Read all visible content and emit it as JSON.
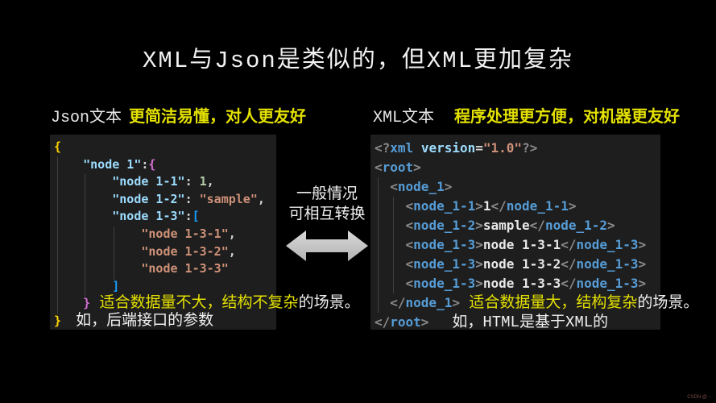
{
  "title": "XML与Json是类似的，但XML更加复杂",
  "left": {
    "label": "Json文本",
    "benefit": "更简洁易懂，对人更友好",
    "code": [
      [
        {
          "c": "gold",
          "t": "{"
        }
      ],
      [
        {
          "c": "pun",
          "t": "    "
        },
        {
          "c": "key",
          "t": "\"node 1\""
        },
        {
          "c": "pun",
          "t": ":"
        },
        {
          "c": "mag",
          "t": "{"
        }
      ],
      [
        {
          "c": "pun",
          "t": "        "
        },
        {
          "c": "key",
          "t": "\"node 1-1\""
        },
        {
          "c": "pun",
          "t": ": "
        },
        {
          "c": "num",
          "t": "1"
        },
        {
          "c": "pun",
          "t": ","
        }
      ],
      [
        {
          "c": "pun",
          "t": "        "
        },
        {
          "c": "key",
          "t": "\"node 1-2\""
        },
        {
          "c": "pun",
          "t": ": "
        },
        {
          "c": "str",
          "t": "\"sample\""
        },
        {
          "c": "pun",
          "t": ","
        }
      ],
      [
        {
          "c": "pun",
          "t": "        "
        },
        {
          "c": "key",
          "t": "\"node 1-3\""
        },
        {
          "c": "pun",
          "t": ":"
        },
        {
          "c": "blu",
          "t": "["
        }
      ],
      [
        {
          "c": "pun",
          "t": "            "
        },
        {
          "c": "str",
          "t": "\"node 1-3-1\""
        },
        {
          "c": "pun",
          "t": ","
        }
      ],
      [
        {
          "c": "pun",
          "t": "            "
        },
        {
          "c": "str",
          "t": "\"node 1-3-2\""
        },
        {
          "c": "pun",
          "t": ","
        }
      ],
      [
        {
          "c": "pun",
          "t": "            "
        },
        {
          "c": "str",
          "t": "\"node 1-3-3\""
        }
      ],
      [
        {
          "c": "pun",
          "t": "        "
        },
        {
          "c": "blu",
          "t": "]"
        }
      ],
      [
        {
          "c": "pun",
          "t": "    "
        },
        {
          "c": "mag",
          "t": "}"
        },
        {
          "c": "yel",
          "t": " 适合数据量不大，结构不复杂"
        },
        {
          "c": "cap",
          "t": "的场景。"
        }
      ],
      [
        {
          "c": "gold",
          "t": "}"
        },
        {
          "c": "pun",
          "t": "  "
        },
        {
          "c": "cap",
          "t": "如，后端接口的参数"
        }
      ]
    ]
  },
  "middle": {
    "line1": "一般情况",
    "line2": "可相互转换"
  },
  "right": {
    "label": "XML文本",
    "benefit": "程序处理更方便，对机器更友好",
    "code": [
      [
        {
          "c": "brk",
          "t": "<?"
        },
        {
          "c": "tag",
          "t": "xml"
        },
        {
          "c": "pun",
          "t": " "
        },
        {
          "c": "key",
          "t": "version"
        },
        {
          "c": "pun",
          "t": "="
        },
        {
          "c": "str",
          "t": "\"1.0\""
        },
        {
          "c": "brk",
          "t": "?>"
        }
      ],
      [
        {
          "c": "brk",
          "t": "<"
        },
        {
          "c": "tag",
          "t": "root"
        },
        {
          "c": "brk",
          "t": ">"
        }
      ],
      [
        {
          "c": "pun",
          "t": "  "
        },
        {
          "c": "brk",
          "t": "<"
        },
        {
          "c": "tag",
          "t": "node_1"
        },
        {
          "c": "brk",
          "t": ">"
        }
      ],
      [
        {
          "c": "pun",
          "t": "    "
        },
        {
          "c": "brk",
          "t": "<"
        },
        {
          "c": "tag",
          "t": "node_1-1"
        },
        {
          "c": "brk",
          "t": ">"
        },
        {
          "c": "txt",
          "t": "1"
        },
        {
          "c": "brk",
          "t": "</"
        },
        {
          "c": "tag",
          "t": "node_1-1"
        },
        {
          "c": "brk",
          "t": ">"
        }
      ],
      [
        {
          "c": "pun",
          "t": "    "
        },
        {
          "c": "brk",
          "t": "<"
        },
        {
          "c": "tag",
          "t": "node_1-2"
        },
        {
          "c": "brk",
          "t": ">"
        },
        {
          "c": "txt",
          "t": "sample"
        },
        {
          "c": "brk",
          "t": "</"
        },
        {
          "c": "tag",
          "t": "node_1-2"
        },
        {
          "c": "brk",
          "t": ">"
        }
      ],
      [
        {
          "c": "pun",
          "t": "    "
        },
        {
          "c": "brk",
          "t": "<"
        },
        {
          "c": "tag",
          "t": "node_1-3"
        },
        {
          "c": "brk",
          "t": ">"
        },
        {
          "c": "txt",
          "t": "node 1-3-1"
        },
        {
          "c": "brk",
          "t": "</"
        },
        {
          "c": "tag",
          "t": "node_1-3"
        },
        {
          "c": "brk",
          "t": ">"
        }
      ],
      [
        {
          "c": "pun",
          "t": "    "
        },
        {
          "c": "brk",
          "t": "<"
        },
        {
          "c": "tag",
          "t": "node_1-3"
        },
        {
          "c": "brk",
          "t": ">"
        },
        {
          "c": "txt",
          "t": "node 1-3-2"
        },
        {
          "c": "brk",
          "t": "</"
        },
        {
          "c": "tag",
          "t": "node_1-3"
        },
        {
          "c": "brk",
          "t": ">"
        }
      ],
      [
        {
          "c": "pun",
          "t": "    "
        },
        {
          "c": "brk",
          "t": "<"
        },
        {
          "c": "tag",
          "t": "node_1-3"
        },
        {
          "c": "brk",
          "t": ">"
        },
        {
          "c": "txt",
          "t": "node 1-3-3"
        },
        {
          "c": "brk",
          "t": "</"
        },
        {
          "c": "tag",
          "t": "node_1-3"
        },
        {
          "c": "brk",
          "t": ">"
        }
      ],
      [
        {
          "c": "pun",
          "t": "  "
        },
        {
          "c": "brk",
          "t": "</"
        },
        {
          "c": "tag",
          "t": "node_1"
        },
        {
          "c": "brk",
          "t": ">"
        },
        {
          "c": "yel",
          "t": " 适合数据量大，结构复杂"
        },
        {
          "c": "cap",
          "t": "的场景。"
        }
      ],
      [
        {
          "c": "brk",
          "t": "</"
        },
        {
          "c": "tag",
          "t": "root"
        },
        {
          "c": "brk",
          "t": ">"
        },
        {
          "c": "pun",
          "t": "   "
        },
        {
          "c": "cap",
          "t": "如，HTML是基于XML的"
        }
      ]
    ]
  },
  "watermark": "CSDN @····",
  "colors": {
    "page_bg": "#000000",
    "panel_bg": "#1e1e1e",
    "accent_yellow": "#e3e000",
    "json_key": "#9cdcfe",
    "json_number": "#b5cea8",
    "string": "#ce9178",
    "bracket_gold": "#ffd700",
    "bracket_magenta": "#d670d6",
    "bracket_blue": "#179fff",
    "xml_tag": "#569cd6",
    "xml_punct": "#8a8a8a",
    "arrow_gray": "#c9c9c9"
  }
}
